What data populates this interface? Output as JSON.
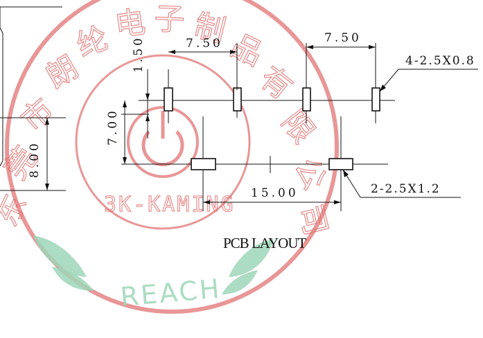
{
  "watermark": {
    "company_chars": [
      "东",
      "莞",
      "市",
      "朗",
      "纶",
      "电",
      "子",
      "制",
      "品",
      "有",
      "限",
      "公",
      "司"
    ],
    "brand": "3K-KAMING",
    "reach": "REACH",
    "color": "#e06a6a",
    "leaf_color": "#9ed6b8"
  },
  "dimensions": {
    "pitch_top": "7.50",
    "pitch_top_right": "7.50",
    "offset_vertical": "1.50",
    "row_spacing": "7.00",
    "overall_height": "8.00",
    "bottom_span": "15.00"
  },
  "callouts": {
    "top_pads": "4-2.5X0.8",
    "bottom_pads": "2-2.5X1.2"
  },
  "title": "PCB LAYOUT"
}
